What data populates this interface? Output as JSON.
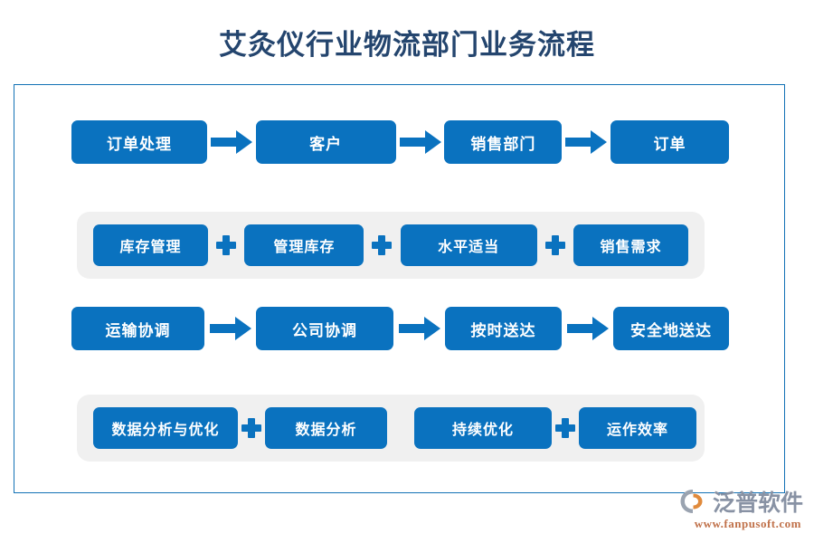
{
  "title": "艾灸仪行业物流部门业务流程",
  "theme": {
    "node_blue": "#0a72bf",
    "frame_border": "#1271b5",
    "panel_gray": "#f0f0f0",
    "title_color": "#24456e",
    "brand_name_color": "#8892a4",
    "brand_url_color": "#c0714a",
    "page_background": "#ffffff"
  },
  "flow": {
    "rows": [
      {
        "id": "row-1",
        "kind": "arrow",
        "connector": "arrow-right-icon",
        "nodes": [
          {
            "label": "订单处理",
            "width": 150
          },
          {
            "label": "客户",
            "width": 155
          },
          {
            "label": "销售部门",
            "width": 130
          },
          {
            "label": "订单",
            "width": 131
          }
        ]
      },
      {
        "id": "row-2",
        "kind": "panel",
        "connector": "plus-icon",
        "nodes": [
          {
            "label": "库存管理",
            "width": 127
          },
          {
            "label": "管理库存",
            "width": 132
          },
          {
            "label": "水平适当",
            "width": 151
          },
          {
            "label": "销售需求",
            "width": 127
          }
        ]
      },
      {
        "id": "row-3",
        "kind": "arrow",
        "connector": "arrow-right-icon",
        "nodes": [
          {
            "label": "运输协调",
            "width": 147
          },
          {
            "label": "公司协调",
            "width": 152
          },
          {
            "label": "按时送达",
            "width": 129
          },
          {
            "label": "安全地送达",
            "width": 128
          }
        ]
      },
      {
        "id": "row-4",
        "kind": "panel",
        "connector": "plus-icon",
        "connector_overrides": {
          "2": "gap"
        },
        "nodes": [
          {
            "label": "数据分析与优化",
            "width": 160
          },
          {
            "label": "数据分析",
            "width": 135
          },
          {
            "label": "持续优化",
            "width": 152
          },
          {
            "label": "运作效率",
            "width": 130
          }
        ]
      }
    ]
  },
  "brand": {
    "mark": "fanpu-logo-icon",
    "name": "泛普软件",
    "url": "www.fanpusoft.com"
  }
}
